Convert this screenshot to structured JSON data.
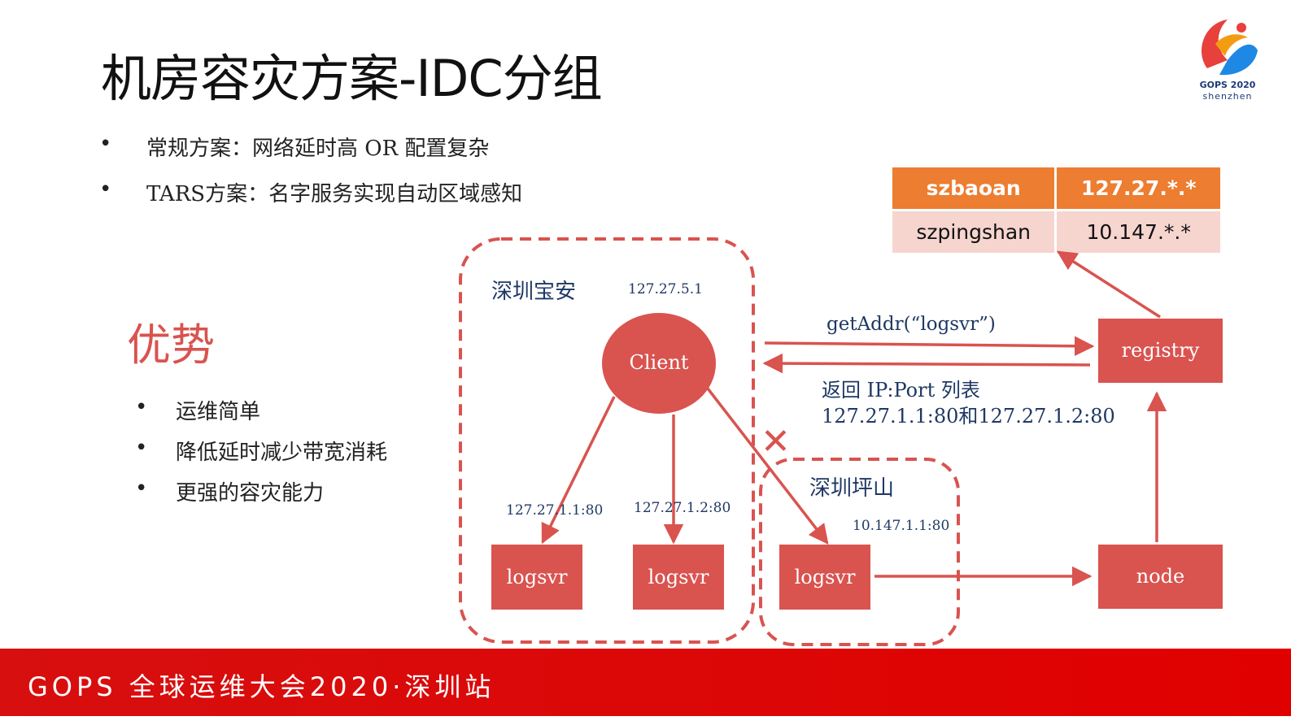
{
  "title": "机房容灾方案-IDC分组",
  "logo": {
    "line1": "GOPS 2020",
    "line2": "shenzhen"
  },
  "bullets": [
    {
      "dot": "•",
      "text": "常规方案：网络延时高 OR 配置复杂"
    },
    {
      "dot": "•",
      "text": "TARS方案：名字服务实现自动区域感知"
    }
  ],
  "advantages": {
    "title": "优势",
    "items": [
      {
        "dot": "•",
        "text": "运维简单"
      },
      {
        "dot": "•",
        "text": "降低延时减少带宽消耗"
      },
      {
        "dot": "•",
        "text": "更强的容灾能力"
      }
    ]
  },
  "table": {
    "rows": [
      {
        "name": "szbaoan",
        "ip": "127.27.*.*"
      },
      {
        "name": "szpingshan",
        "ip": "10.147.*.*"
      }
    ]
  },
  "diagram": {
    "zone_baoan": {
      "label": "深圳宝安",
      "ip": "127.27.5.1"
    },
    "zone_pingshan": {
      "label": "深圳坪山",
      "ip": "10.147.1.1:80"
    },
    "client": "Client",
    "logsvr1": {
      "label": "logsvr",
      "ip": "127.27.1.1:80"
    },
    "logsvr2": {
      "label": "logsvr",
      "ip": "127.27.1.2:80"
    },
    "logsvr3": {
      "label": "logsvr"
    },
    "registry": "registry",
    "node": "node",
    "call_label": "getAddr(“logsvr”)",
    "return_label_1": "返回 IP:Port 列表",
    "return_label_2": "127.27.1.1:80和127.27.1.2:80",
    "blocked_mark": "✕"
  },
  "colors": {
    "accent": "#d9534f",
    "table_head": "#ed7d31",
    "table_row": "#f6d5cf",
    "footer": "#e10000"
  },
  "footer": "GOPS 全球运维大会2020·深圳站"
}
